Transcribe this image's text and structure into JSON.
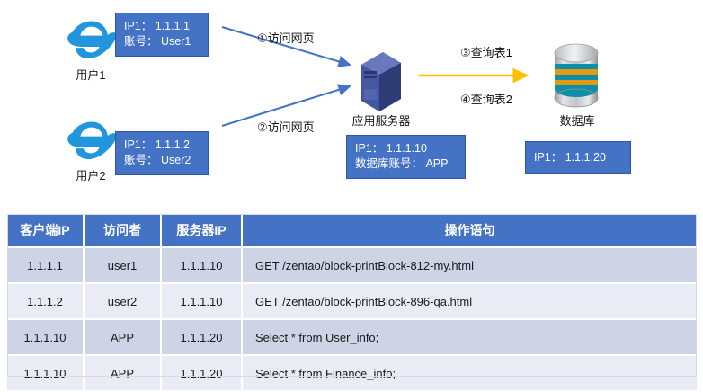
{
  "diagram": {
    "clients": [
      {
        "icon": "internet-explorer-icon",
        "caption": "用户1",
        "box": {
          "line1": "IP1： 1.1.1.1",
          "line2": "账号： User1"
        }
      },
      {
        "icon": "internet-explorer-icon",
        "caption": "用户2",
        "box": {
          "line1": "IP1： 1.1.1.2",
          "line2": "账号： User2"
        }
      }
    ],
    "server": {
      "icon": "server-tower-icon",
      "caption": "应用服务器",
      "box": {
        "line1": "IP1： 1.1.1.10",
        "line2": "数据库账号： APP"
      }
    },
    "database": {
      "icon": "database-cylinder-icon",
      "caption": "数据库",
      "box": {
        "line1": "IP1： 1.1.1.20"
      }
    },
    "flows": [
      {
        "label": "①访问网页",
        "color": "#4472C4"
      },
      {
        "label": "②访问网页",
        "color": "#4472C4"
      },
      {
        "label": "③查询表1",
        "color": "#FFC000"
      },
      {
        "label": "④查询表2",
        "color": "#FFC000"
      }
    ]
  },
  "table": {
    "headers": [
      "客户端IP",
      "访问者",
      "服务器IP",
      "操作语句"
    ],
    "rows": [
      [
        "1.1.1.1",
        "user1",
        "1.1.1.10",
        "GET  /zentao/block-printBlock-812-my.html"
      ],
      [
        "1.1.1.2",
        "user2",
        "1.1.1.10",
        "GET  /zentao/block-printBlock-896-qa.html"
      ],
      [
        "1.1.1.10",
        "APP",
        "1.1.1.20",
        "Select  *  from  User_info;"
      ],
      [
        "1.1.1.10",
        "APP",
        "1.1.1.20",
        "Select  *  from  Finance_info;"
      ]
    ]
  },
  "colors": {
    "header_blue": "#4472C4",
    "row_odd": "#ced3e6",
    "row_even": "#e9ecf5",
    "arrow_blue": "#4472C4",
    "arrow_orange": "#FFC000"
  }
}
